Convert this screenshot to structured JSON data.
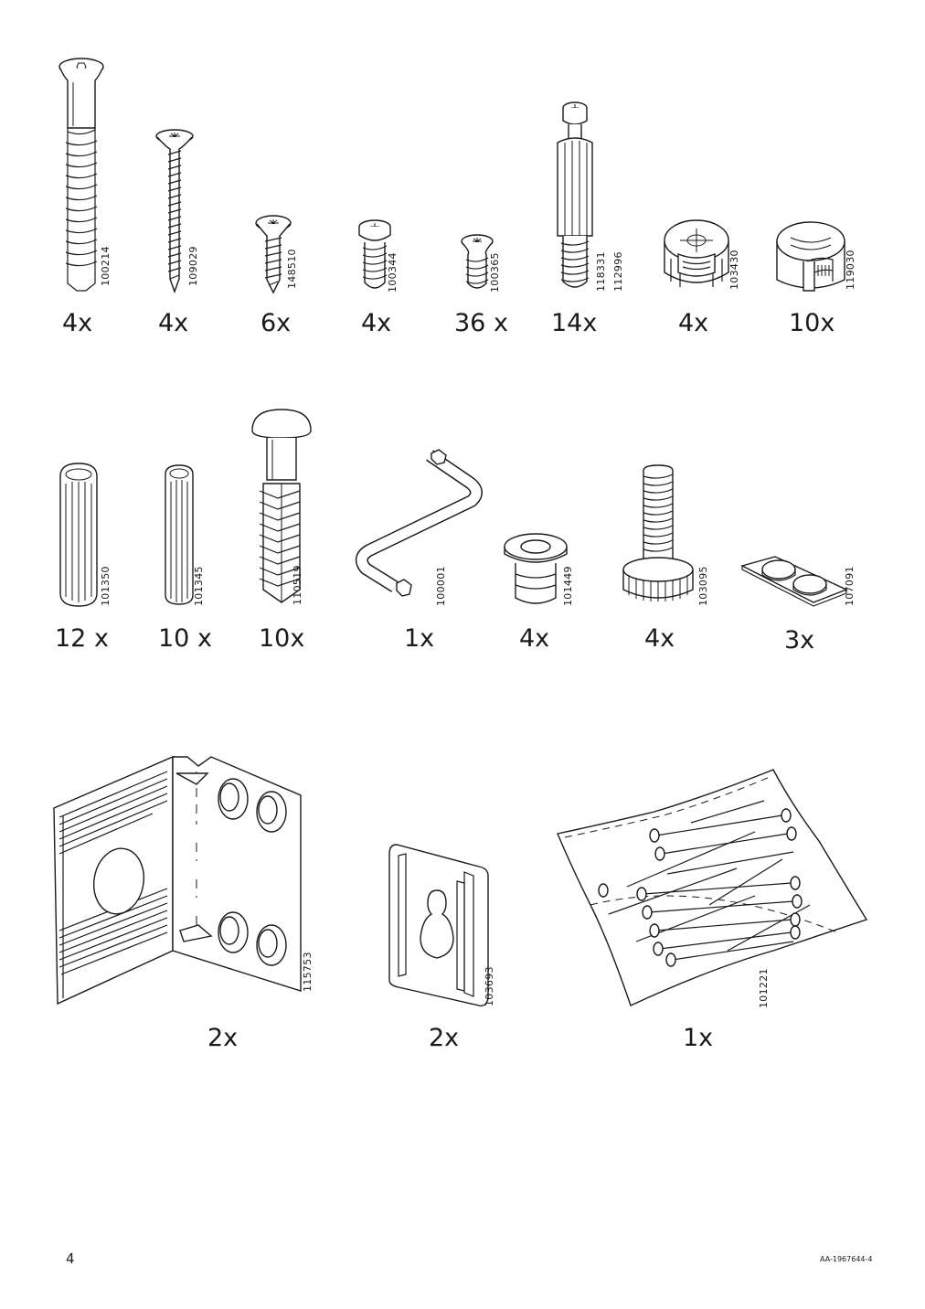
{
  "page": {
    "number": "4",
    "doc_id": "AA-1967644-4"
  },
  "rows": [
    [
      {
        "code": "100214",
        "qty": "4x",
        "icon": "long-countersunk-bolt"
      },
      {
        "code": "109029",
        "qty": "4x",
        "icon": "long-wood-screw"
      },
      {
        "code": "148510",
        "qty": "6x",
        "icon": "short-wood-screw"
      },
      {
        "code": "100344",
        "qty": "4x",
        "icon": "pan-head-screw"
      },
      {
        "code": "100365",
        "qty": "36 x",
        "icon": "countersunk-screw"
      },
      {
        "code": "118331",
        "code2": "112996",
        "qty": "14x",
        "icon": "cam-pin"
      },
      {
        "code": "103430",
        "qty": "4x",
        "icon": "cam-lock"
      },
      {
        "code": "119030",
        "qty": "10x",
        "icon": "cam-lock-cap"
      }
    ],
    [
      {
        "code": "101350",
        "qty": "12 x",
        "icon": "large-dowel"
      },
      {
        "code": "101345",
        "qty": "10 x",
        "icon": "small-dowel"
      },
      {
        "code": "110519",
        "qty": "10x",
        "icon": "wall-plug-with-screw"
      },
      {
        "code": "100001",
        "qty": "1x",
        "icon": "allen-key"
      },
      {
        "code": "101449",
        "qty": "4x",
        "icon": "insert-bushing"
      },
      {
        "code": "103095",
        "qty": "4x",
        "icon": "adjustable-foot"
      },
      {
        "code": "107091",
        "qty": "3x",
        "icon": "felt-pads"
      }
    ],
    [
      {
        "code": "115753",
        "qty": "2x",
        "icon": "corner-bracket"
      },
      {
        "code": "103693",
        "qty": "2x",
        "icon": "keyhole-plate"
      },
      {
        "code": "101221",
        "qty": "1x",
        "icon": "nail-bag"
      }
    ]
  ]
}
